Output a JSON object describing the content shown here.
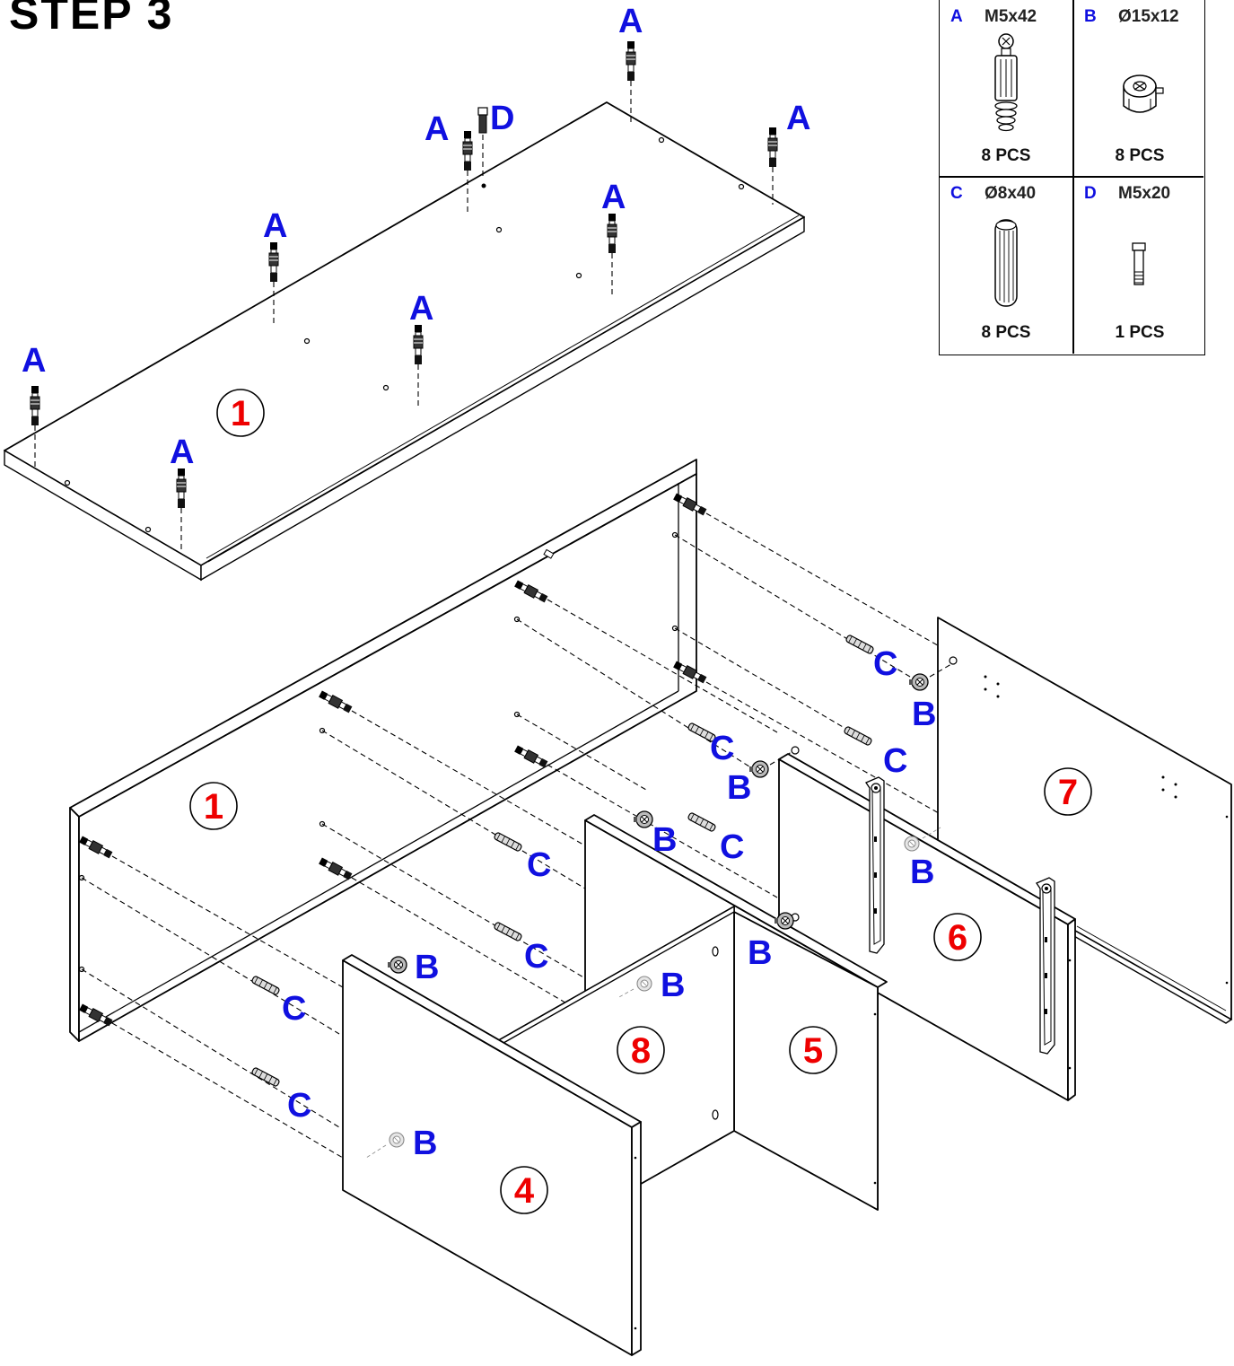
{
  "step_title": "STEP 3",
  "legend": [
    {
      "letter": "A",
      "spec": "M5x42",
      "qty": "8 PCS",
      "icon": "cam-bolt-icon"
    },
    {
      "letter": "B",
      "spec": "Ø15x12",
      "qty": "8 PCS",
      "icon": "cam-lock-icon"
    },
    {
      "letter": "C",
      "spec": "Ø8x40",
      "qty": "8 PCS",
      "icon": "wood-dowel-icon"
    },
    {
      "letter": "D",
      "spec": "M5x20",
      "qty": "1 PCS",
      "icon": "short-screw-icon"
    }
  ],
  "hardware_labels": {
    "a": "A",
    "b": "B",
    "c": "C",
    "d": "D"
  },
  "parts": {
    "p1": "1",
    "p4": "4",
    "p5": "5",
    "p6": "6",
    "p7": "7",
    "p8": "8"
  },
  "colors": {
    "hardware_label": "#1010e0",
    "part_number": "#ee0000"
  }
}
